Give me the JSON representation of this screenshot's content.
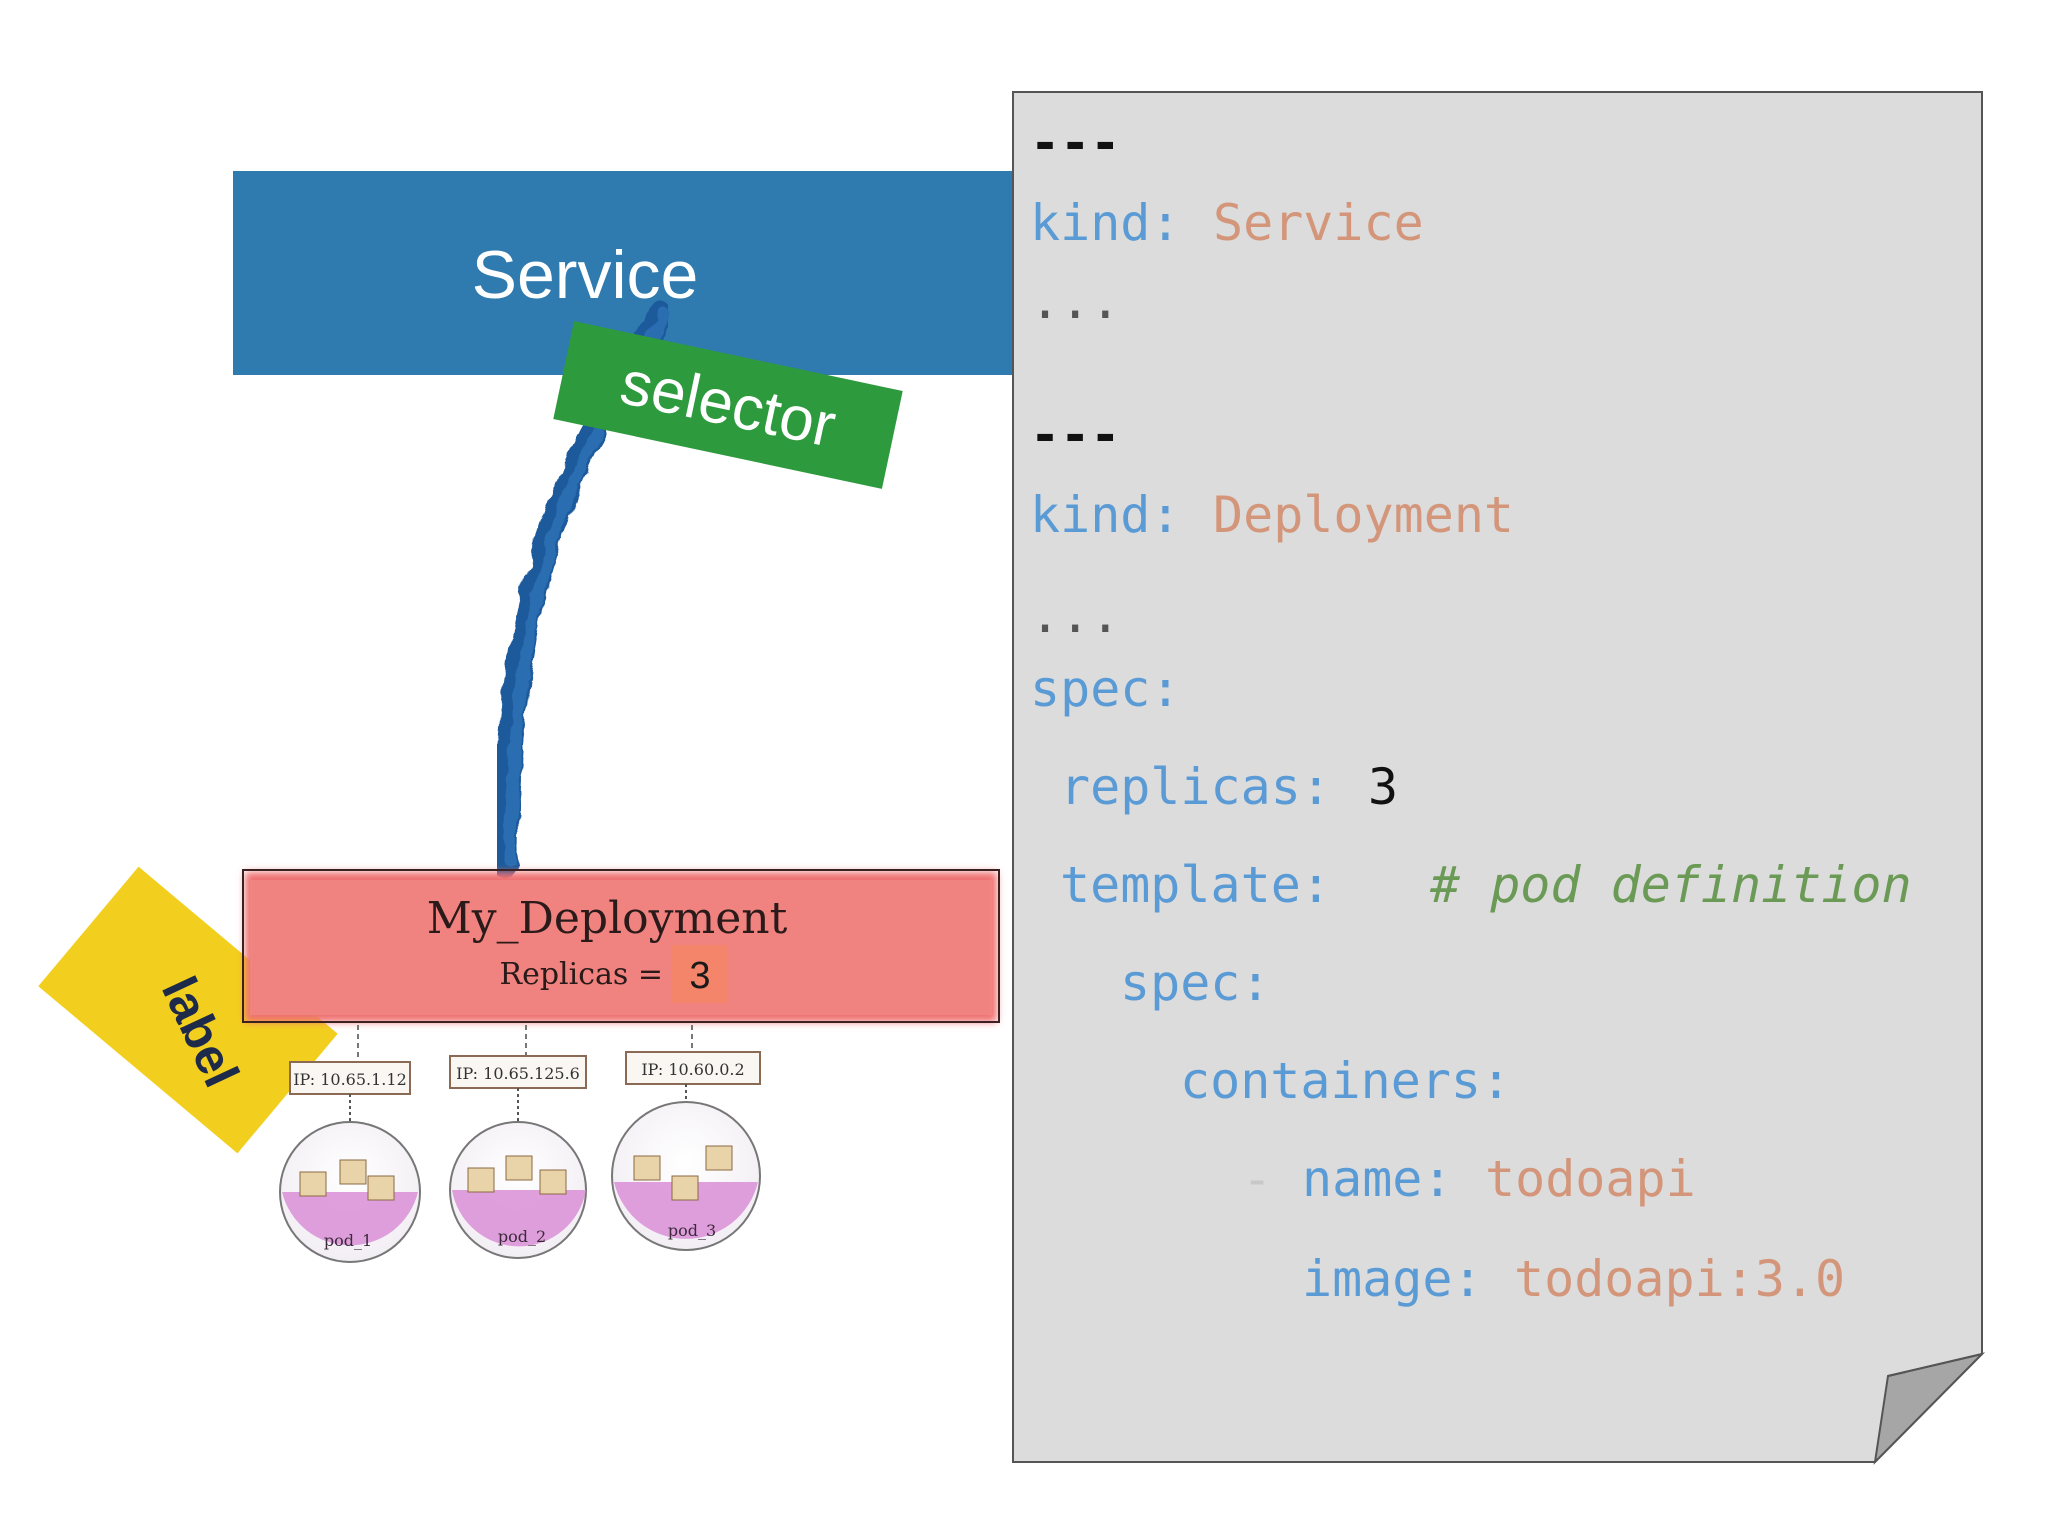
{
  "service": {
    "title": "Service"
  },
  "selector": {
    "label": "selector"
  },
  "label_tag": {
    "label": "label"
  },
  "deployment": {
    "title": "My_Deployment",
    "replicas_label": "Replicas =",
    "replicas_value": "3"
  },
  "pods": [
    {
      "ip": "IP: 10.65.1.12",
      "name": "pod_1"
    },
    {
      "ip": "IP: 10.65.125.6",
      "name": "pod_2"
    },
    {
      "ip": "IP: 10.60.0.2",
      "name": "pod_3"
    }
  ],
  "yaml": {
    "sep1": "---",
    "kind1_key": "kind:",
    "kind1_val": "Service",
    "ellipsis1": "...",
    "sep2": "---",
    "kind2_key": "kind:",
    "kind2_val": "Deployment",
    "ellipsis2": "...",
    "spec_key": "spec:",
    "replicas_key": "replicas:",
    "replicas_val": "3",
    "template_key": "template:",
    "template_comment": "# pod definition",
    "inner_spec_key": "spec:",
    "containers_key": "containers:",
    "dash": "-",
    "name_key": "name:",
    "name_val": "todoapi",
    "image_key": "image:",
    "image_val": "todoapi:3.0"
  },
  "colors": {
    "service_bar": "#2f7bb0",
    "selector_tag": "#2e9a3e",
    "label_tag": "#f2cf1e",
    "deployment": "#ef7070",
    "replica_badge": "#f5856a",
    "yaml_key": "#5b9bd5",
    "yaml_value": "#d4967a",
    "yaml_comment": "#6a9a55",
    "paper": "#dcdcdc"
  }
}
